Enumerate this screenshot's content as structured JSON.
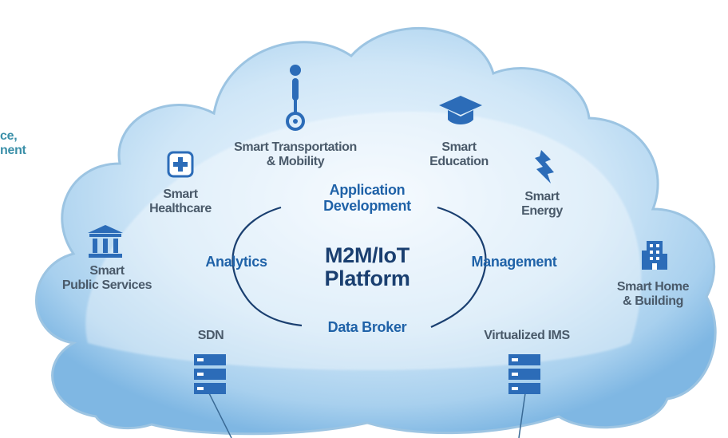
{
  "left_fragment": [
    "ce,",
    "nent"
  ],
  "platform": {
    "line1": "M2M/IoT",
    "line2": "Platform"
  },
  "functions": {
    "app_dev": [
      "Application",
      "Development"
    ],
    "analytics": "Analytics",
    "management": "Management",
    "data_broker": "Data Broker"
  },
  "domains": {
    "transportation": [
      "Smart Transportation",
      "& Mobility"
    ],
    "education": [
      "Smart",
      "Education"
    ],
    "healthcare": [
      "Smart",
      "Healthcare"
    ],
    "energy": [
      "Smart",
      "Energy"
    ],
    "public_services": [
      "Smart",
      "Public Services"
    ],
    "home_building": [
      "Smart Home",
      "& Building"
    ]
  },
  "infrastructure": {
    "sdn": "SDN",
    "ims": "Virtualized IMS"
  },
  "icons": [
    "segway-icon",
    "graduation-cap-icon",
    "medical-cross-icon",
    "lightning-icon",
    "government-building-icon",
    "office-building-icon",
    "server-icon"
  ],
  "colors": {
    "cloud_light": "#e6f3fc",
    "cloud_dark": "#8ec1e8",
    "cloud_outline": "#9cc4e2",
    "accent_blue": "#1f62a8",
    "dark_navy": "#1a3f70",
    "gray_text": "#4a5a6a",
    "teal_text": "#3a8fa8",
    "icon_blue": "#2c6cb8"
  }
}
